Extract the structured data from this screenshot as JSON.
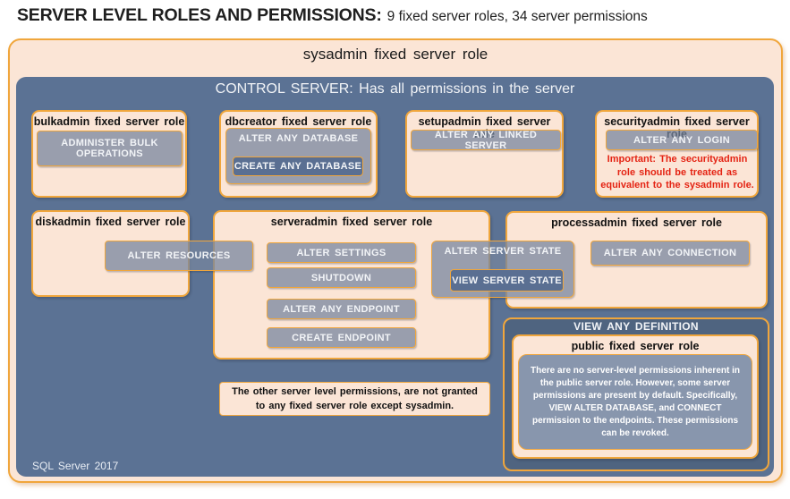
{
  "header": {
    "title": "SERVER LEVEL ROLES AND PERMISSIONS:",
    "subtitle": "9 fixed server roles, 34 server permissions"
  },
  "sysadmin": {
    "title": "sysadmin fixed server role"
  },
  "control_server": {
    "title": "CONTROL SERVER: Has all permissions in the server",
    "version": "SQL Server 2017"
  },
  "roles": {
    "bulkadmin": {
      "title": "bulkadmin fixed server role",
      "permission": "ADMINISTER BULK OPERATIONS"
    },
    "dbcreator": {
      "title": "dbcreator fixed server role",
      "permission": "ALTER ANY DATABASE",
      "nested_permission": "CREATE ANY DATABASE"
    },
    "setupadmin": {
      "title": "setupadmin fixed server role",
      "permission": "ALTER ANY LINKED SERVER"
    },
    "securityadmin": {
      "title": "securityadmin fixed server role",
      "permission": "ALTER ANY LOGIN",
      "warning": "Important: The securityadmin role should be treated as equivalent to the sysadmin role."
    },
    "diskadmin": {
      "title": "diskadmin fixed server role",
      "permission": "ALTER RESOURCES"
    },
    "serveradmin": {
      "title": "serveradmin fixed server role",
      "permissions": [
        "ALTER SETTINGS",
        "SHUTDOWN",
        "ALTER ANY ENDPOINT",
        "CREATE ENDPOINT"
      ],
      "straddle_permission": "ALTER SERVER STATE",
      "nested_permission": "VIEW SERVER STATE"
    },
    "processadmin": {
      "title": "processadmin fixed server role",
      "permission": "ALTER ANY CONNECTION"
    },
    "public": {
      "banner_permission": "VIEW ANY DEFINITION",
      "title": "public fixed server role",
      "note": "There are no server-level permissions inherent in the public server role. However, some server permissions are present by default. Specifically, VIEW ALTER DATABASE, and CONNECT permission to the endpoints. These permissions can be revoked."
    }
  },
  "footnote": "The other server level permissions, are not granted to any fixed server role except sysadmin.",
  "colors": {
    "background_peach": "#FBE5D6",
    "panel_navy": "#5B7294",
    "panel_navy_dark": "#4F6480",
    "accent_orange": "#F0A63C",
    "permission_gray": "#8896AD",
    "warning_red": "#E42313"
  }
}
